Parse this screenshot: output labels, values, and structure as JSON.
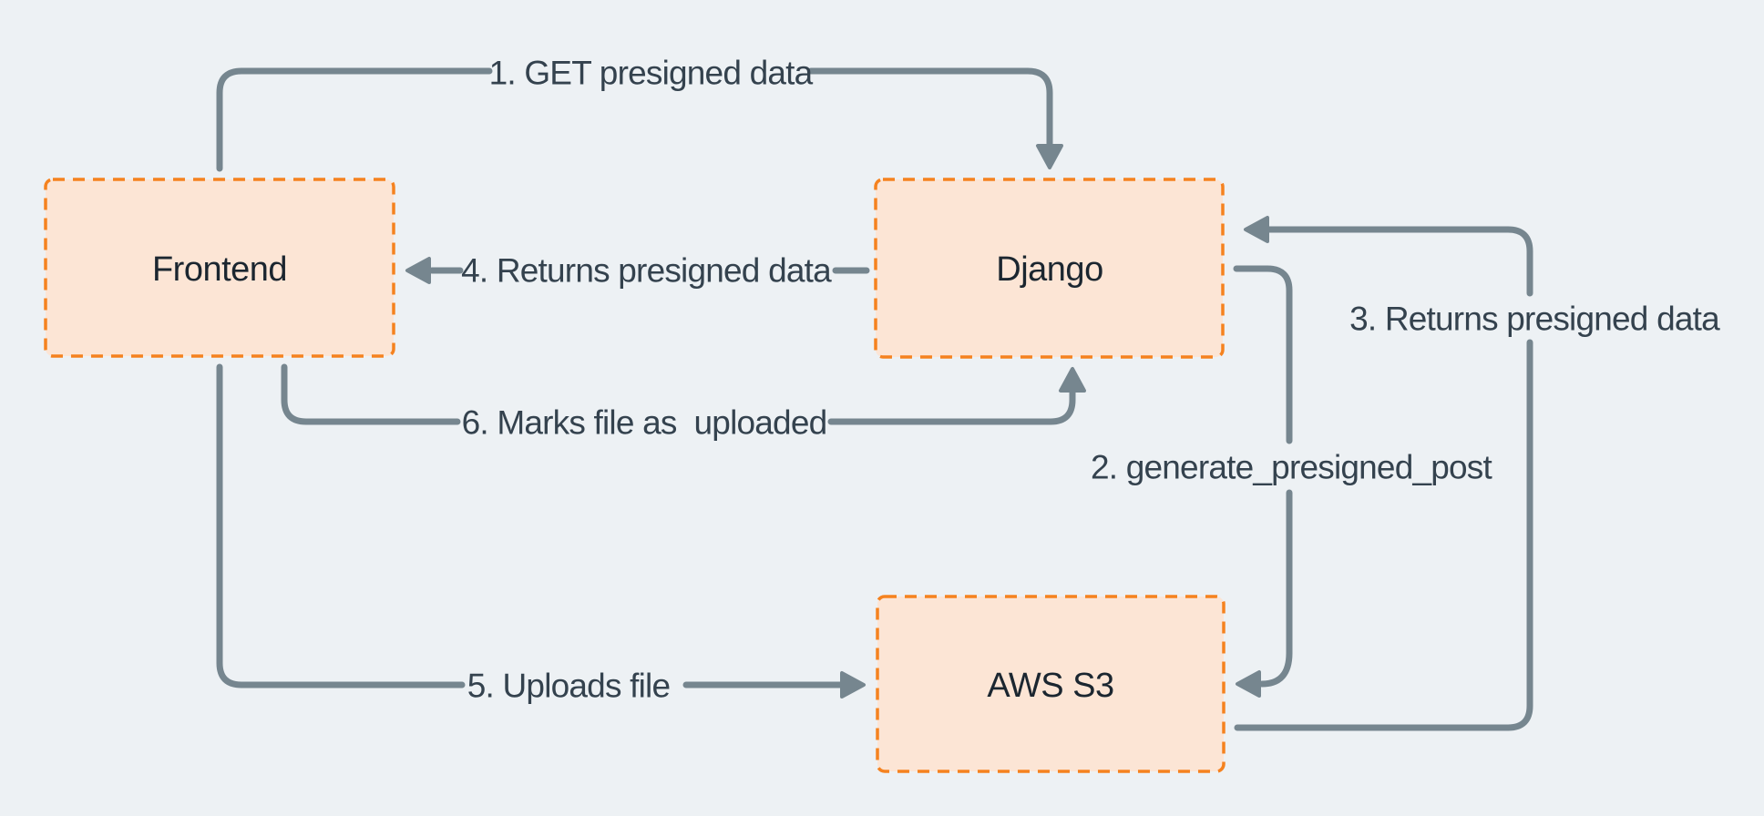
{
  "diagram": {
    "background_color": "#EDF1F4",
    "colors": {
      "node_fill": "#FCE5D5",
      "node_border": "#F5821F",
      "arrow": "#76868F",
      "edge_label_text": "#34424E",
      "node_label_text": "#1B2630"
    },
    "nodes": [
      {
        "id": "frontend",
        "label": "Frontend"
      },
      {
        "id": "django",
        "label": "Django"
      },
      {
        "id": "aws-s3",
        "label": "AWS S3"
      }
    ],
    "edges": [
      {
        "order": 1,
        "label": "1. GET presigned data",
        "from": "Frontend",
        "to": "Django"
      },
      {
        "order": 2,
        "label": "2. generate_presigned_post",
        "from": "Django",
        "to": "AWS S3"
      },
      {
        "order": 3,
        "label": "3. Returns presigned data",
        "from": "AWS S3",
        "to": "Django"
      },
      {
        "order": 4,
        "label": "4. Returns presigned data",
        "from": "Django",
        "to": "Frontend"
      },
      {
        "order": 5,
        "label": "5. Uploads file",
        "from": "Frontend",
        "to": "AWS S3"
      },
      {
        "order": 6,
        "label": "6. Marks file as  uploaded",
        "from": "Frontend",
        "to": "Django"
      }
    ]
  }
}
